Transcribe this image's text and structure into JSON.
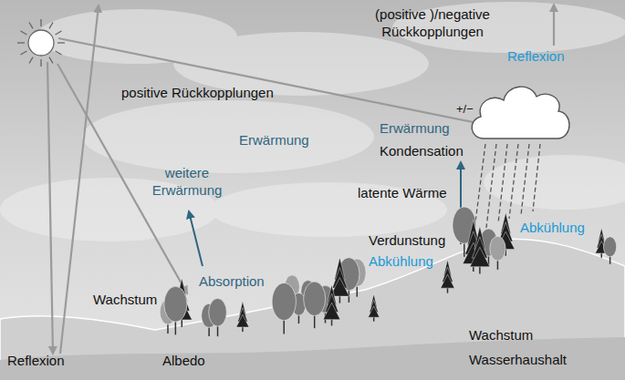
{
  "diagram": {
    "labels": [
      "(positive )/negative Rückkopplungen",
      "Reflexion",
      "positive Rückkopplungen",
      "+/−",
      "Erwärmung",
      "Erwärmung",
      "Kondensation",
      "weitere Erwärmung",
      "latente Wärme",
      "Verdunstung",
      "Abkühlung",
      "Abkühlung",
      "Absorption",
      "Wachstum",
      "Reflexion",
      "Albedo",
      "Wachstum",
      "Wasserhaushalt"
    ]
  }
}
